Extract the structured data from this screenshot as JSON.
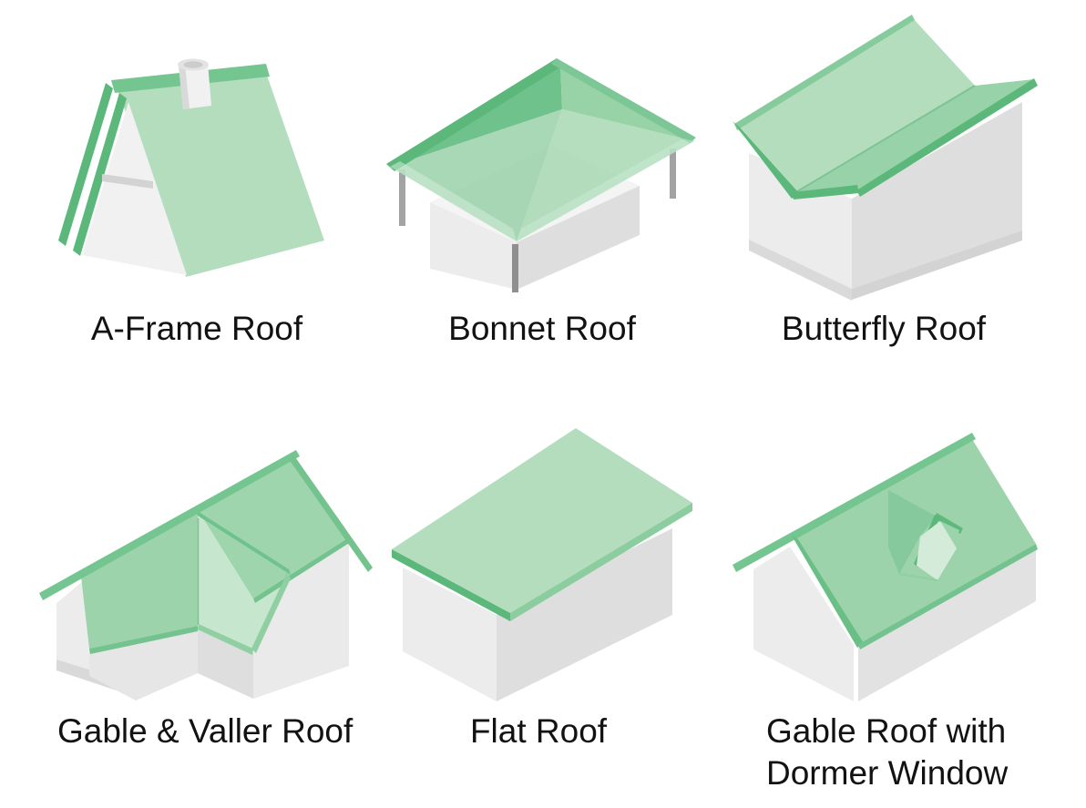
{
  "figure": {
    "kind": "roof-types-illustration-grid",
    "rows": 2,
    "cols": 3
  },
  "cells": [
    {
      "id": "a-frame-roof",
      "label": "A-Frame Roof"
    },
    {
      "id": "bonnet-roof",
      "label": "Bonnet Roof"
    },
    {
      "id": "butterfly-roof",
      "label": "Butterfly Roof"
    },
    {
      "id": "gable-valley-roof",
      "label": "Gable & Valler Roof"
    },
    {
      "id": "flat-roof",
      "label": "Flat Roof"
    },
    {
      "id": "gable-dormer-roof",
      "label": "Gable Roof with",
      "label2": "Dormer Window"
    }
  ],
  "palette": {
    "roof_light": "#b4ddbe",
    "roof_medium": "#9cd3ab",
    "roof_medium2": "#98d2a9",
    "roof_pale": "#c7e6ce",
    "roof_dark_slope": "#69c086",
    "roof_trim": "#5cb87a",
    "ridge_cap": "#74c590",
    "wall_light": "#ececec",
    "wall_shaded": "#dedede",
    "wall_shadow": "#d6d6d6",
    "post_gray": "#9d9d9d",
    "text": "#121212",
    "background": "#ffffff"
  }
}
